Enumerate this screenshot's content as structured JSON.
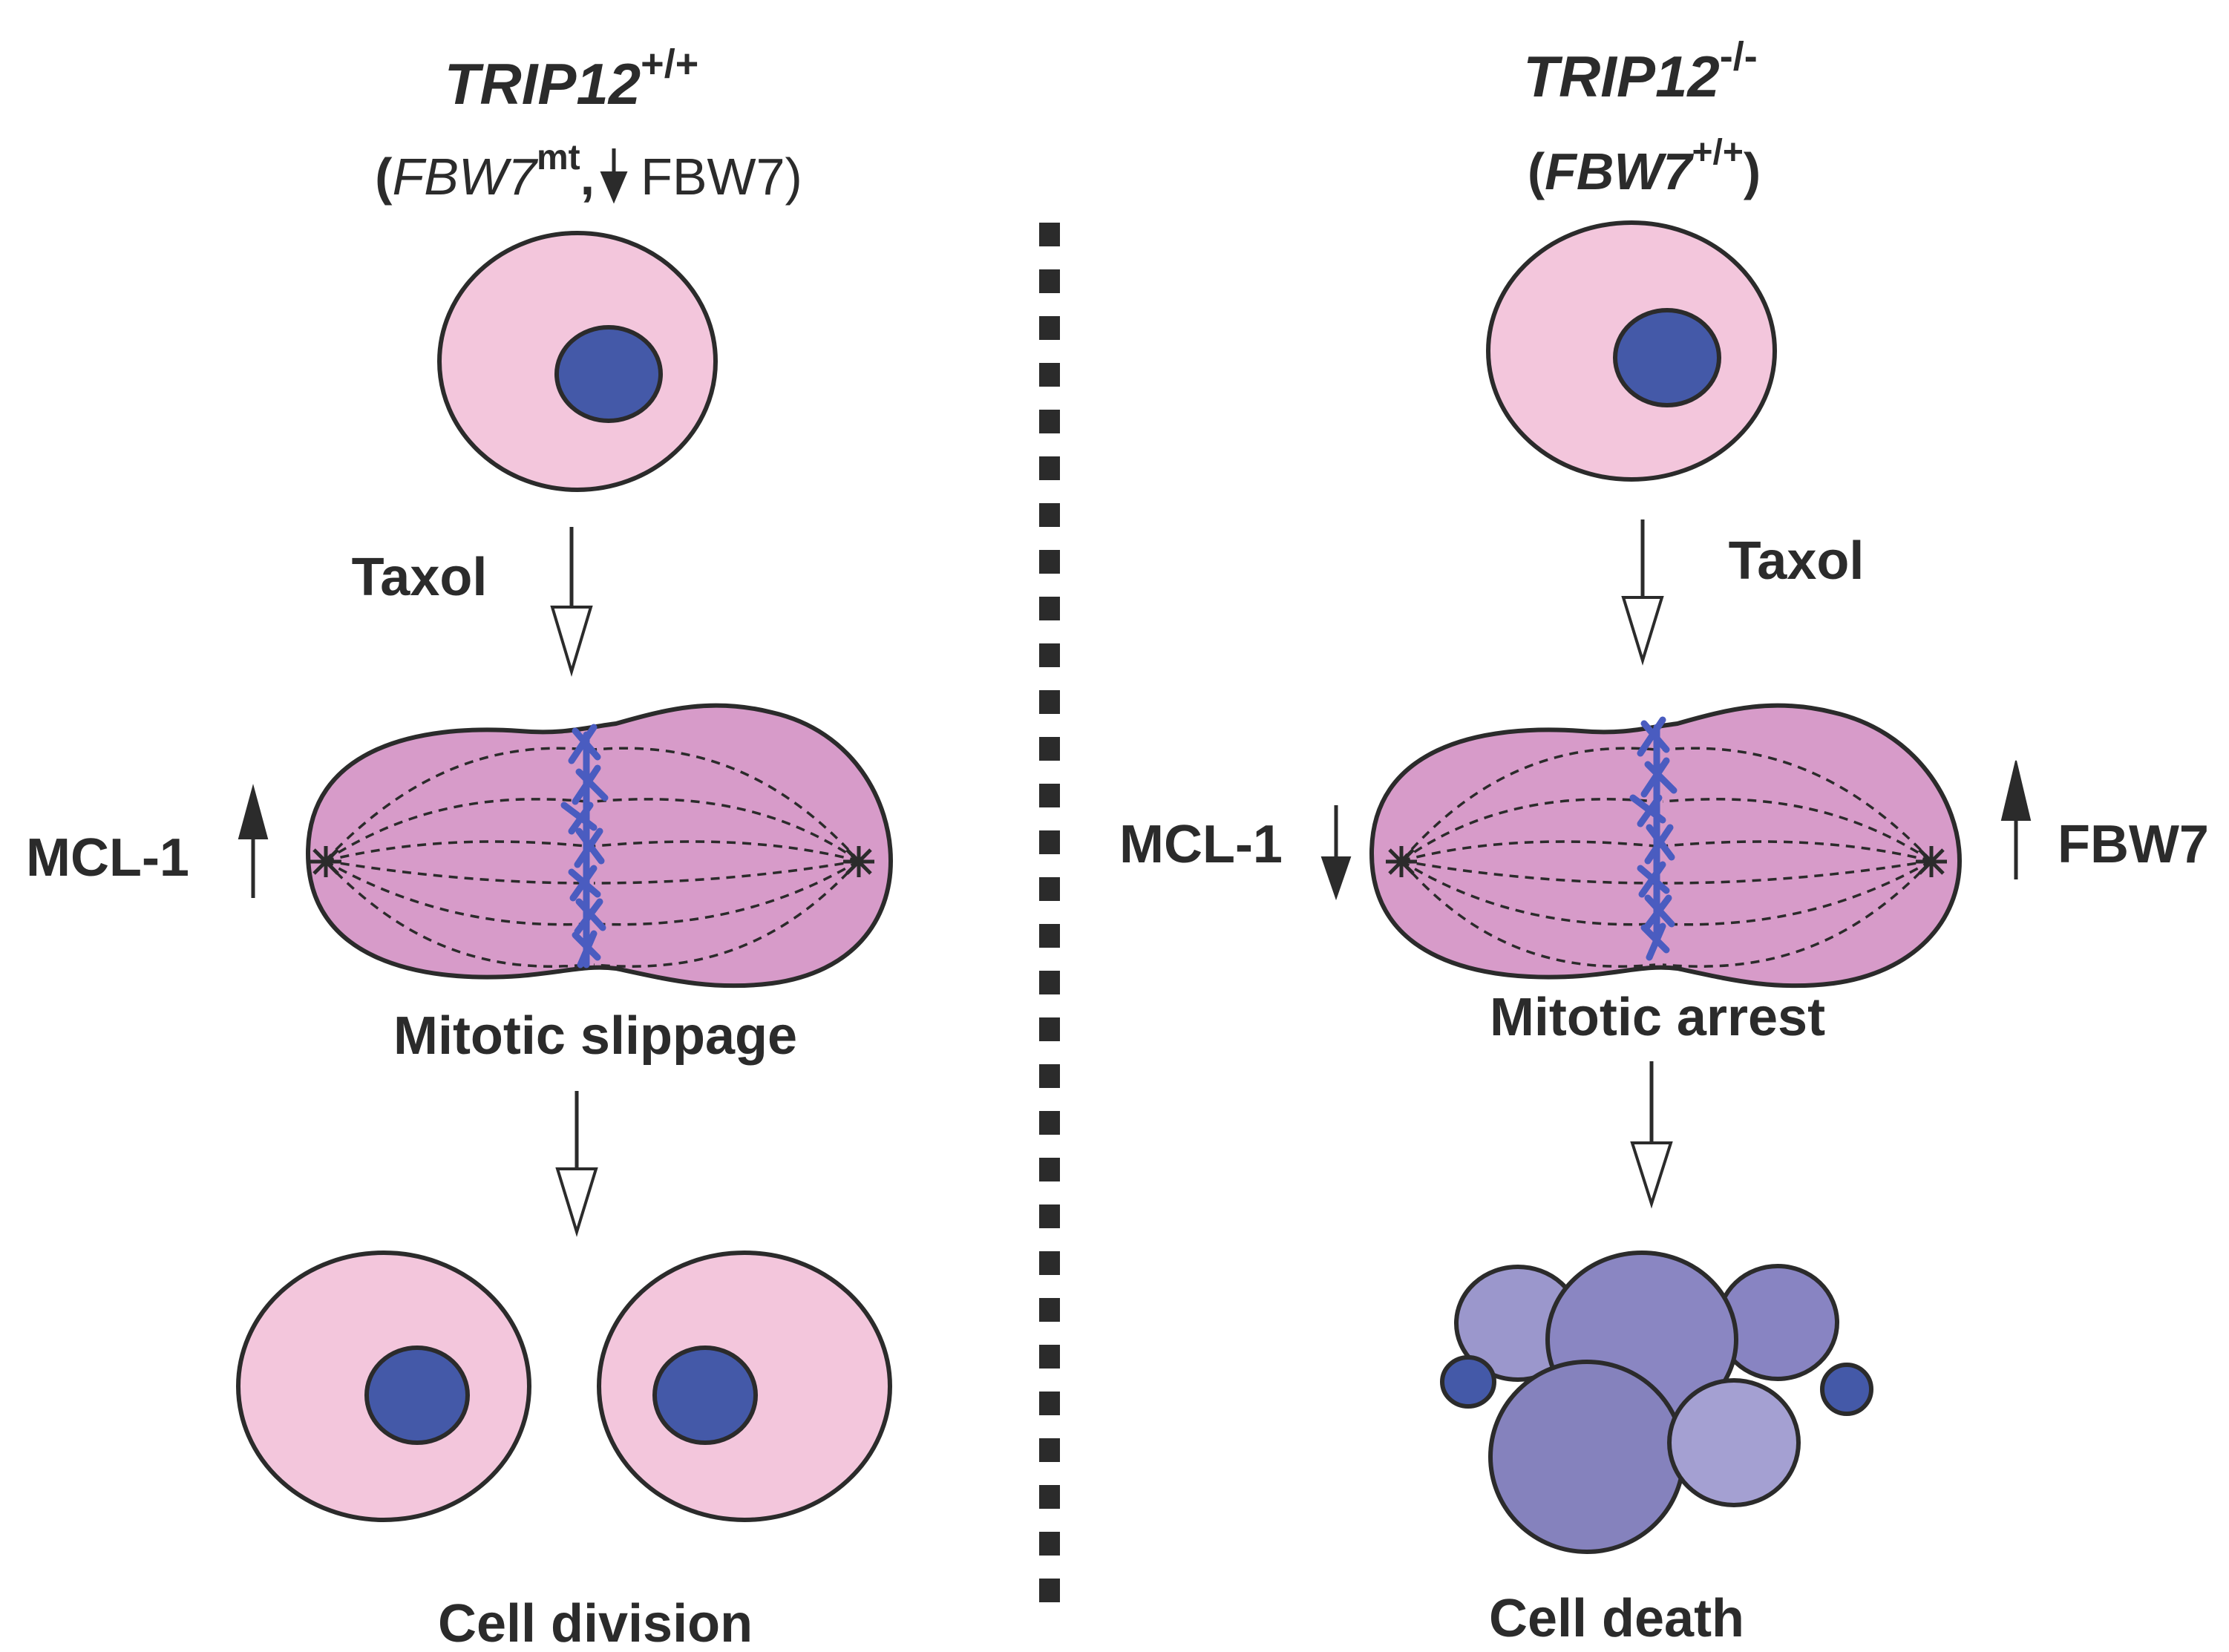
{
  "left_panel": {
    "gene": "TRIP12",
    "genotype_sup": "+/+",
    "sub_open": "(",
    "sub_gene": "FBW7",
    "sub_gene_sup": "mt",
    "sub_comma": ",",
    "sub_protein": "FBW7",
    "sub_close": ")",
    "treatment": "Taxol",
    "marker_left": "MCL-1",
    "stage_label": "Mitotic slippage",
    "outcome": "Cell division"
  },
  "right_panel": {
    "gene": "TRIP12",
    "genotype_sup": "-/-",
    "sub_open": "(",
    "sub_gene": "FBW7",
    "sub_gene_sup": "+/+",
    "sub_close": ")",
    "treatment": "Taxol",
    "marker_left": "MCL-1",
    "marker_right": "FBW7",
    "stage_label": "Mitotic arrest",
    "outcome": "Cell death"
  },
  "colors": {
    "cytoplasm": "#f3c6dc",
    "nucleus": "#4459a8",
    "mitotic_cell": "#d79bc9",
    "chromosome": "#4a5cc0",
    "apoptotic_body": "#8a86c2",
    "outline": "#2b2b2b"
  }
}
